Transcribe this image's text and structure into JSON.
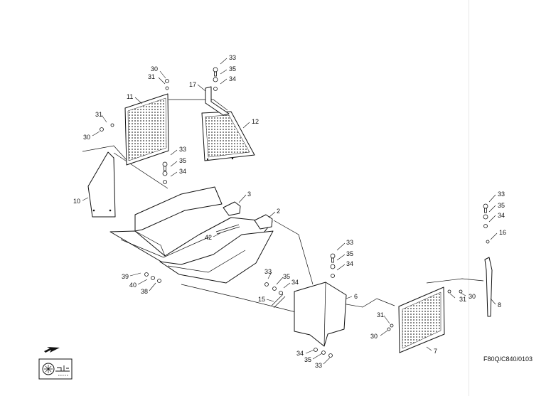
{
  "diagram": {
    "reference_code": "F80Q/C840/0103",
    "colors": {
      "line": "#111111",
      "background": "#ffffff",
      "perforation": "#333333"
    },
    "icons": [
      "direction-arrow-icon",
      "machine-pictogram-icon"
    ],
    "parts": [
      "2",
      "3",
      "6",
      "7",
      "8",
      "10",
      "11",
      "12",
      "15",
      "16",
      "17",
      "30",
      "31",
      "33",
      "34",
      "35",
      "38",
      "39",
      "40",
      "42"
    ]
  }
}
